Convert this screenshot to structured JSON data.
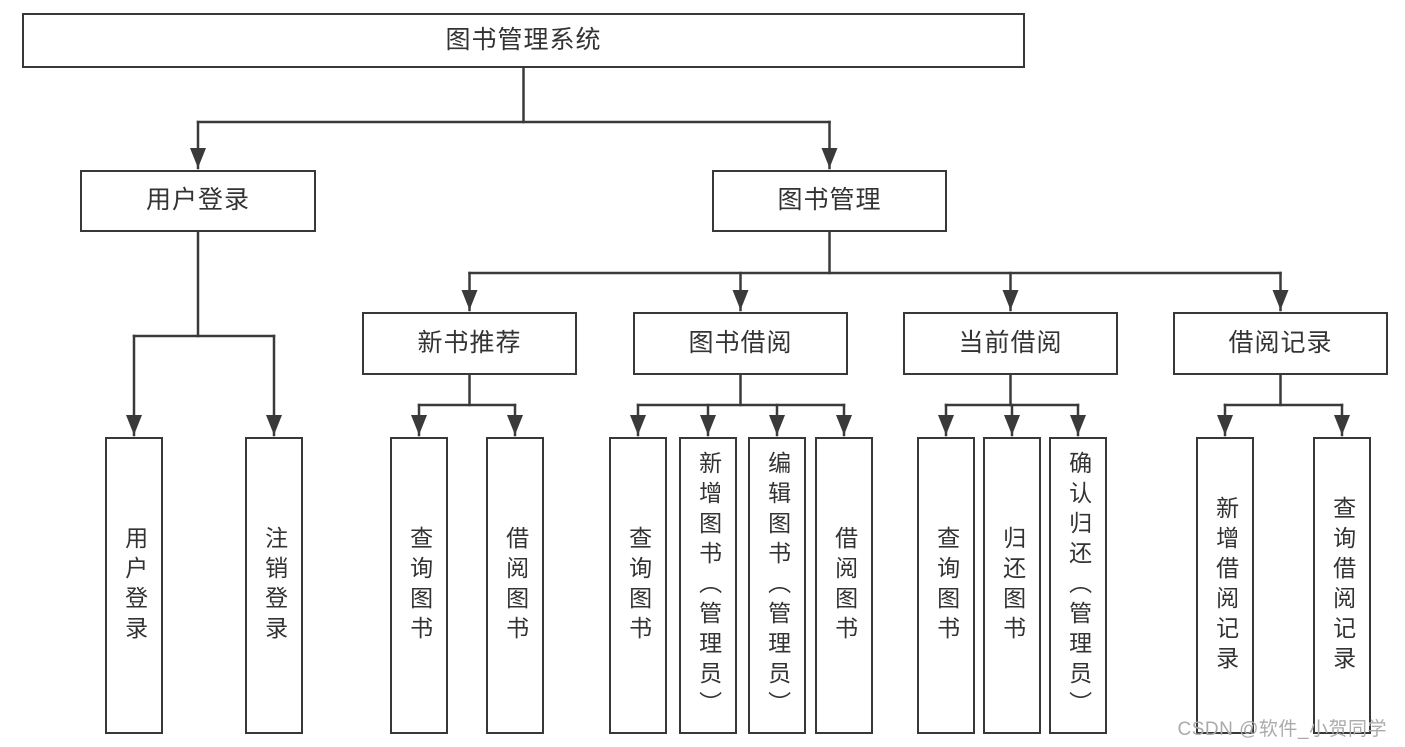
{
  "diagram": {
    "type": "tree",
    "title": "图书管理系统",
    "colors": {
      "line": "#3a3a3a",
      "box_border": "#383838",
      "text": "#333333",
      "background": "#ffffff",
      "watermark": "#ababab"
    },
    "hierarchy": {
      "root": "图书管理系统",
      "children": [
        {
          "label": "用户登录",
          "children": [
            "用户登录",
            "注销登录"
          ]
        },
        {
          "label": "图书管理",
          "children": [
            {
              "label": "新书推荐",
              "children": [
                "查询图书",
                "借阅图书"
              ]
            },
            {
              "label": "图书借阅",
              "children": [
                "查询图书",
                "新增图书（管理员）",
                "编辑图书（管理员）",
                "借阅图书"
              ]
            },
            {
              "label": "当前借阅",
              "children": [
                "查询图书",
                "归还图书",
                "确认归还（管理员）"
              ]
            },
            {
              "label": "借阅记录",
              "children": [
                "新增借阅记录",
                "查询借阅记录"
              ]
            }
          ]
        }
      ]
    }
  },
  "nodes": {
    "root": "图书管理系统",
    "userLogin": "用户登录",
    "bookManagement": "图书管理",
    "newBookRecommend": "新书推荐",
    "bookBorrowing": "图书借阅",
    "currentBorrowing": "当前借阅",
    "borrowingRecords": "借阅记录",
    "leafUserLogin": "用户登录",
    "leafLogout": "注销登录",
    "leafQueryBooks1": "查询图书",
    "leafBorrowBooks1": "借阅图书",
    "leafQueryBooks2": "查询图书",
    "leafAddBooks": "新增图书（管理员）",
    "leafEditBooks": "编辑图书（管理员）",
    "leafBorrowBooks2": "借阅图书",
    "leafQueryBooks3": "查询图书",
    "leafReturnBooks": "归还图书",
    "leafConfirmReturn": "确认归还（管理员）",
    "leafAddBorrowRecord": "新增借阅记录",
    "leafQueryBorrowRecord": "查询借阅记录"
  },
  "watermark": {
    "text": "CSDN @软件_小贺同学"
  }
}
